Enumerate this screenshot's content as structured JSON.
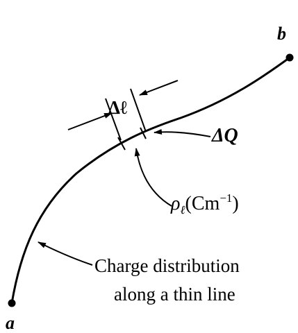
{
  "diagram": {
    "endpoint_a": "a",
    "endpoint_b": "b",
    "segment_length": "Δℓ",
    "charge_element": "ΔQ",
    "density_symbol": "ρ",
    "density_subscript": "ℓ",
    "density_units_prefix": "(Cm",
    "density_units_exponent": "−1",
    "density_units_suffix": ")",
    "caption_line1": "Charge distribution",
    "caption_line2": "along a thin line"
  }
}
